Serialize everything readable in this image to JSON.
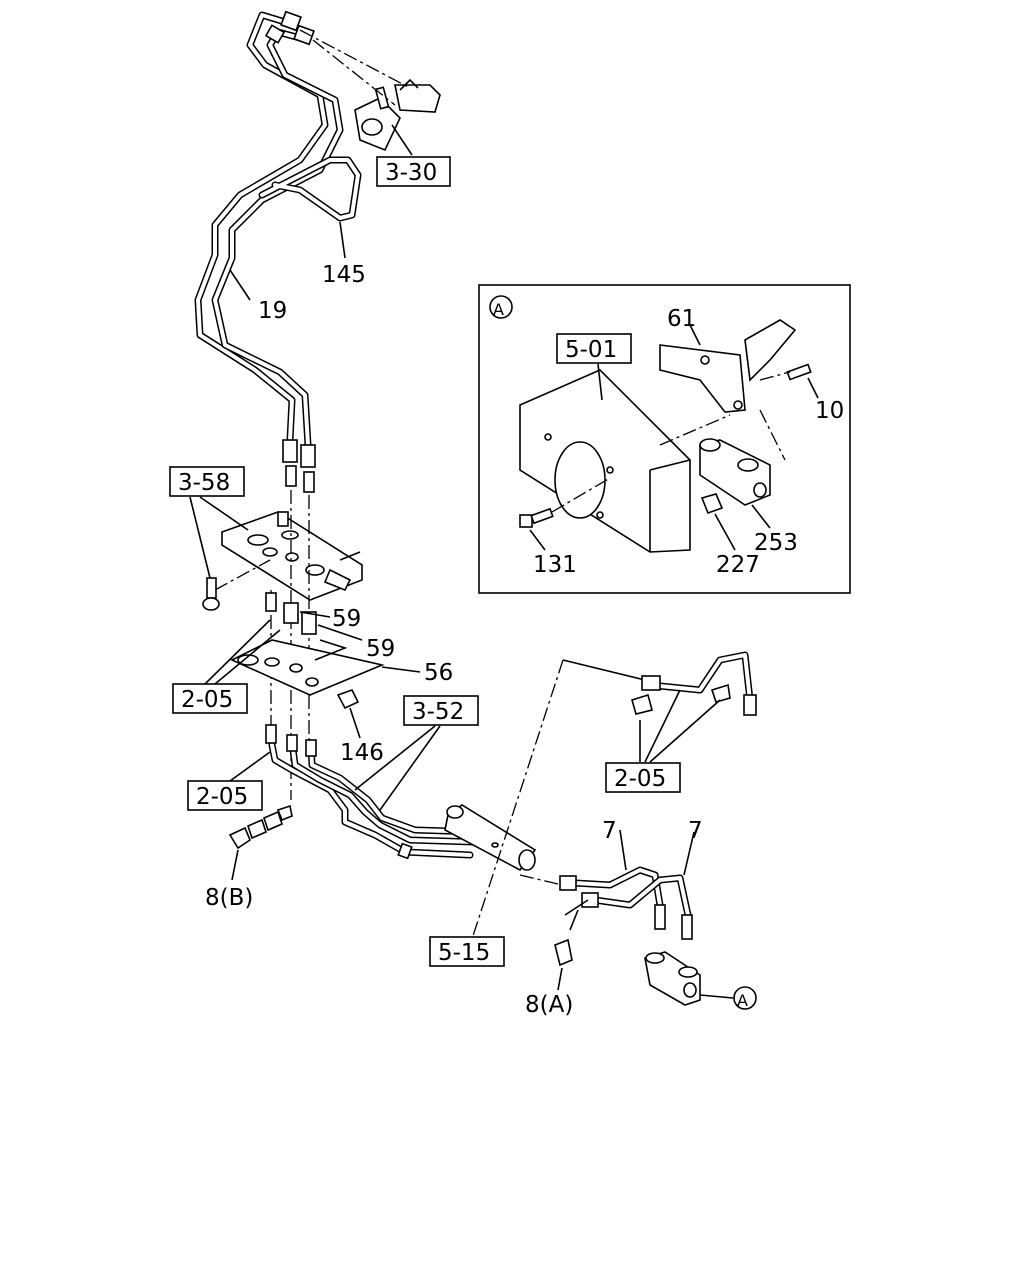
{
  "callouts": {
    "c_3_30": "3-30",
    "c_145": "145",
    "c_19": "19",
    "c_3_58": "3-58",
    "c_59a": "59",
    "c_59b": "59",
    "c_56": "56",
    "c_2_05a": "2-05",
    "c_146": "146",
    "c_3_52": "3-52",
    "c_2_05b": "2-05",
    "c_2_05c": "2-05",
    "c_8b": "8(B)",
    "c_5_15": "5-15",
    "c_7a": "7",
    "c_7b": "7",
    "c_8a": "8(A)",
    "c_a_marker": "A"
  },
  "detail_a": {
    "marker": "A",
    "c_61": "61",
    "c_5_01": "5-01",
    "c_10": "10",
    "c_131": "131",
    "c_227": "227",
    "c_253": "253"
  }
}
